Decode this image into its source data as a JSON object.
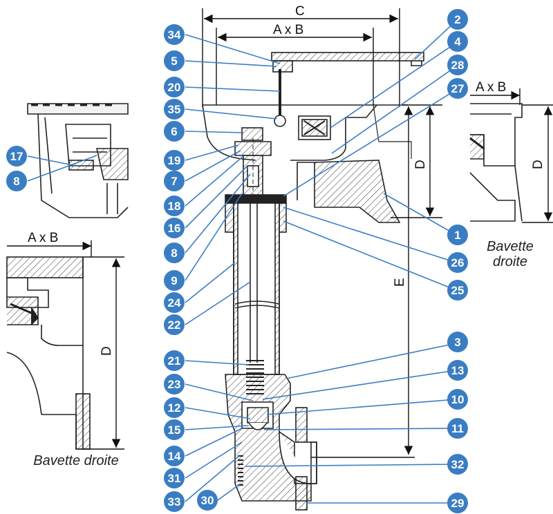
{
  "balloon_color": "#3a7dc3",
  "dimensions": {
    "c": "C",
    "axb": "A x B",
    "d": "D",
    "e": "E"
  },
  "captions": {
    "right_view": "Bavette droite",
    "left_view": "Bavette droite"
  },
  "parts": {
    "p1": "1",
    "p2": "2",
    "p3": "3",
    "p4": "4",
    "p5": "5",
    "p6": "6",
    "p7": "7",
    "p8_left": "8",
    "p8_main": "8",
    "p9": "9",
    "p10": "10",
    "p11": "11",
    "p12": "12",
    "p13": "13",
    "p14": "14",
    "p15": "15",
    "p16": "16",
    "p17": "17",
    "p18": "18",
    "p19": "19",
    "p20": "20",
    "p21": "21",
    "p22": "22",
    "p23": "23",
    "p24": "24",
    "p25": "25",
    "p26": "26",
    "p27": "27",
    "p28": "28",
    "p29": "29",
    "p30": "30",
    "p31": "31",
    "p32": "32",
    "p33": "33",
    "p34": "34",
    "p35": "35"
  }
}
